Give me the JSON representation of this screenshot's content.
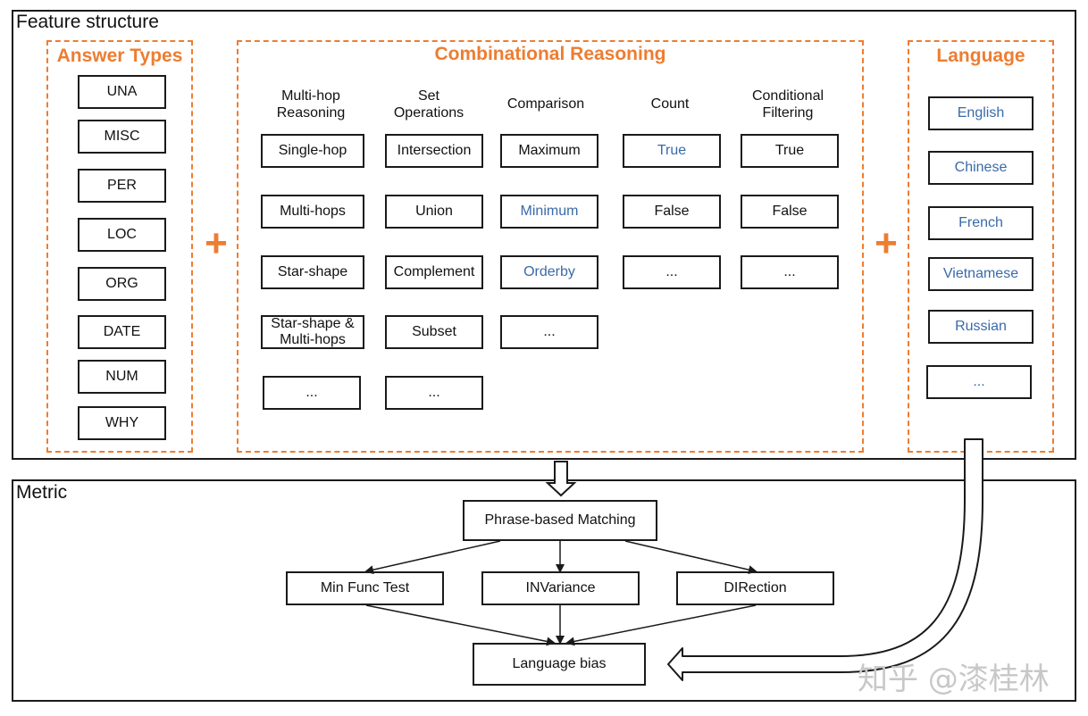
{
  "feature_structure": {
    "title": "Feature structure",
    "answer_types": {
      "title": "Answer Types",
      "items": [
        "UNA",
        "MISC",
        "PER",
        "LOC",
        "ORG",
        "DATE",
        "NUM",
        "WHY"
      ]
    },
    "combinational_reasoning": {
      "title": "Combinational Reasoning",
      "columns": [
        {
          "header_line1": "Multi-hop",
          "header_line2": "Reasoning",
          "items": [
            {
              "line1": "Single-hop",
              "line2": ""
            },
            {
              "line1": "Multi-hops",
              "line2": ""
            },
            {
              "line1": "Star-shape",
              "line2": ""
            },
            {
              "line1": "Star-shape &",
              "line2": "Multi-hops"
            },
            {
              "line1": "...",
              "line2": ""
            }
          ]
        },
        {
          "header_line1": "Set",
          "header_line2": "Operations",
          "items": [
            "Intersection",
            "Union",
            "Complement",
            "Subset",
            "..."
          ]
        },
        {
          "header": "Comparison",
          "items": [
            "Maximum",
            "Minimum",
            "Orderby",
            "..."
          ]
        },
        {
          "header": "Count",
          "items": [
            "True",
            "False",
            "..."
          ]
        },
        {
          "header_line1": "Conditional",
          "header_line2": "Filtering",
          "items": [
            "True",
            "False",
            "..."
          ]
        }
      ]
    },
    "language": {
      "title": "Language",
      "items": [
        "English",
        "Chinese",
        "French",
        "Vietnamese",
        "Russian",
        "..."
      ]
    },
    "plus_symbol": "+"
  },
  "metric": {
    "title": "Metric",
    "phrase_matching": "Phrase-based Matching",
    "tests": [
      "Min Func Test",
      "INVariance",
      "DIRection"
    ],
    "result": "Language bias"
  },
  "watermark": "知乎 @漆桂林",
  "colors": {
    "accent_orange": "#ed7d31",
    "blue_text": "#3a6aa8",
    "border": "#1a1a1a"
  }
}
